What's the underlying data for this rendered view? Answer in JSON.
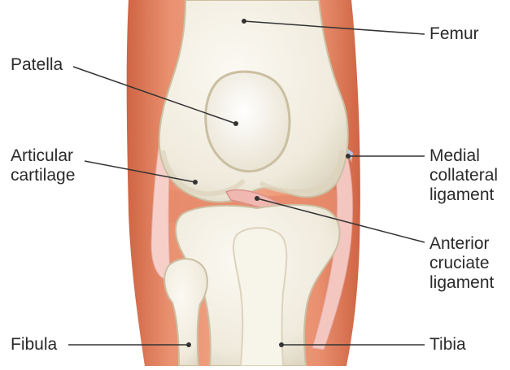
{
  "colors": {
    "leg_tissue": "#e07a58",
    "leg_tissue_dark": "#cf6443",
    "bone": "#f1ede2",
    "bone_shadow": "#d5cdb8",
    "ligament": "#f4c6c0",
    "line": "#333333"
  },
  "labels": {
    "femur": "Femur",
    "patella": "Patella",
    "articular_cartilage": "Articular\ncartilage",
    "medial_collateral_ligament": "Medial\ncollateral\nligament",
    "anterior_cruciate_ligament": "Anterior\ncruciate\nligament",
    "fibula": "Fibula",
    "tibia": "Tibia"
  }
}
